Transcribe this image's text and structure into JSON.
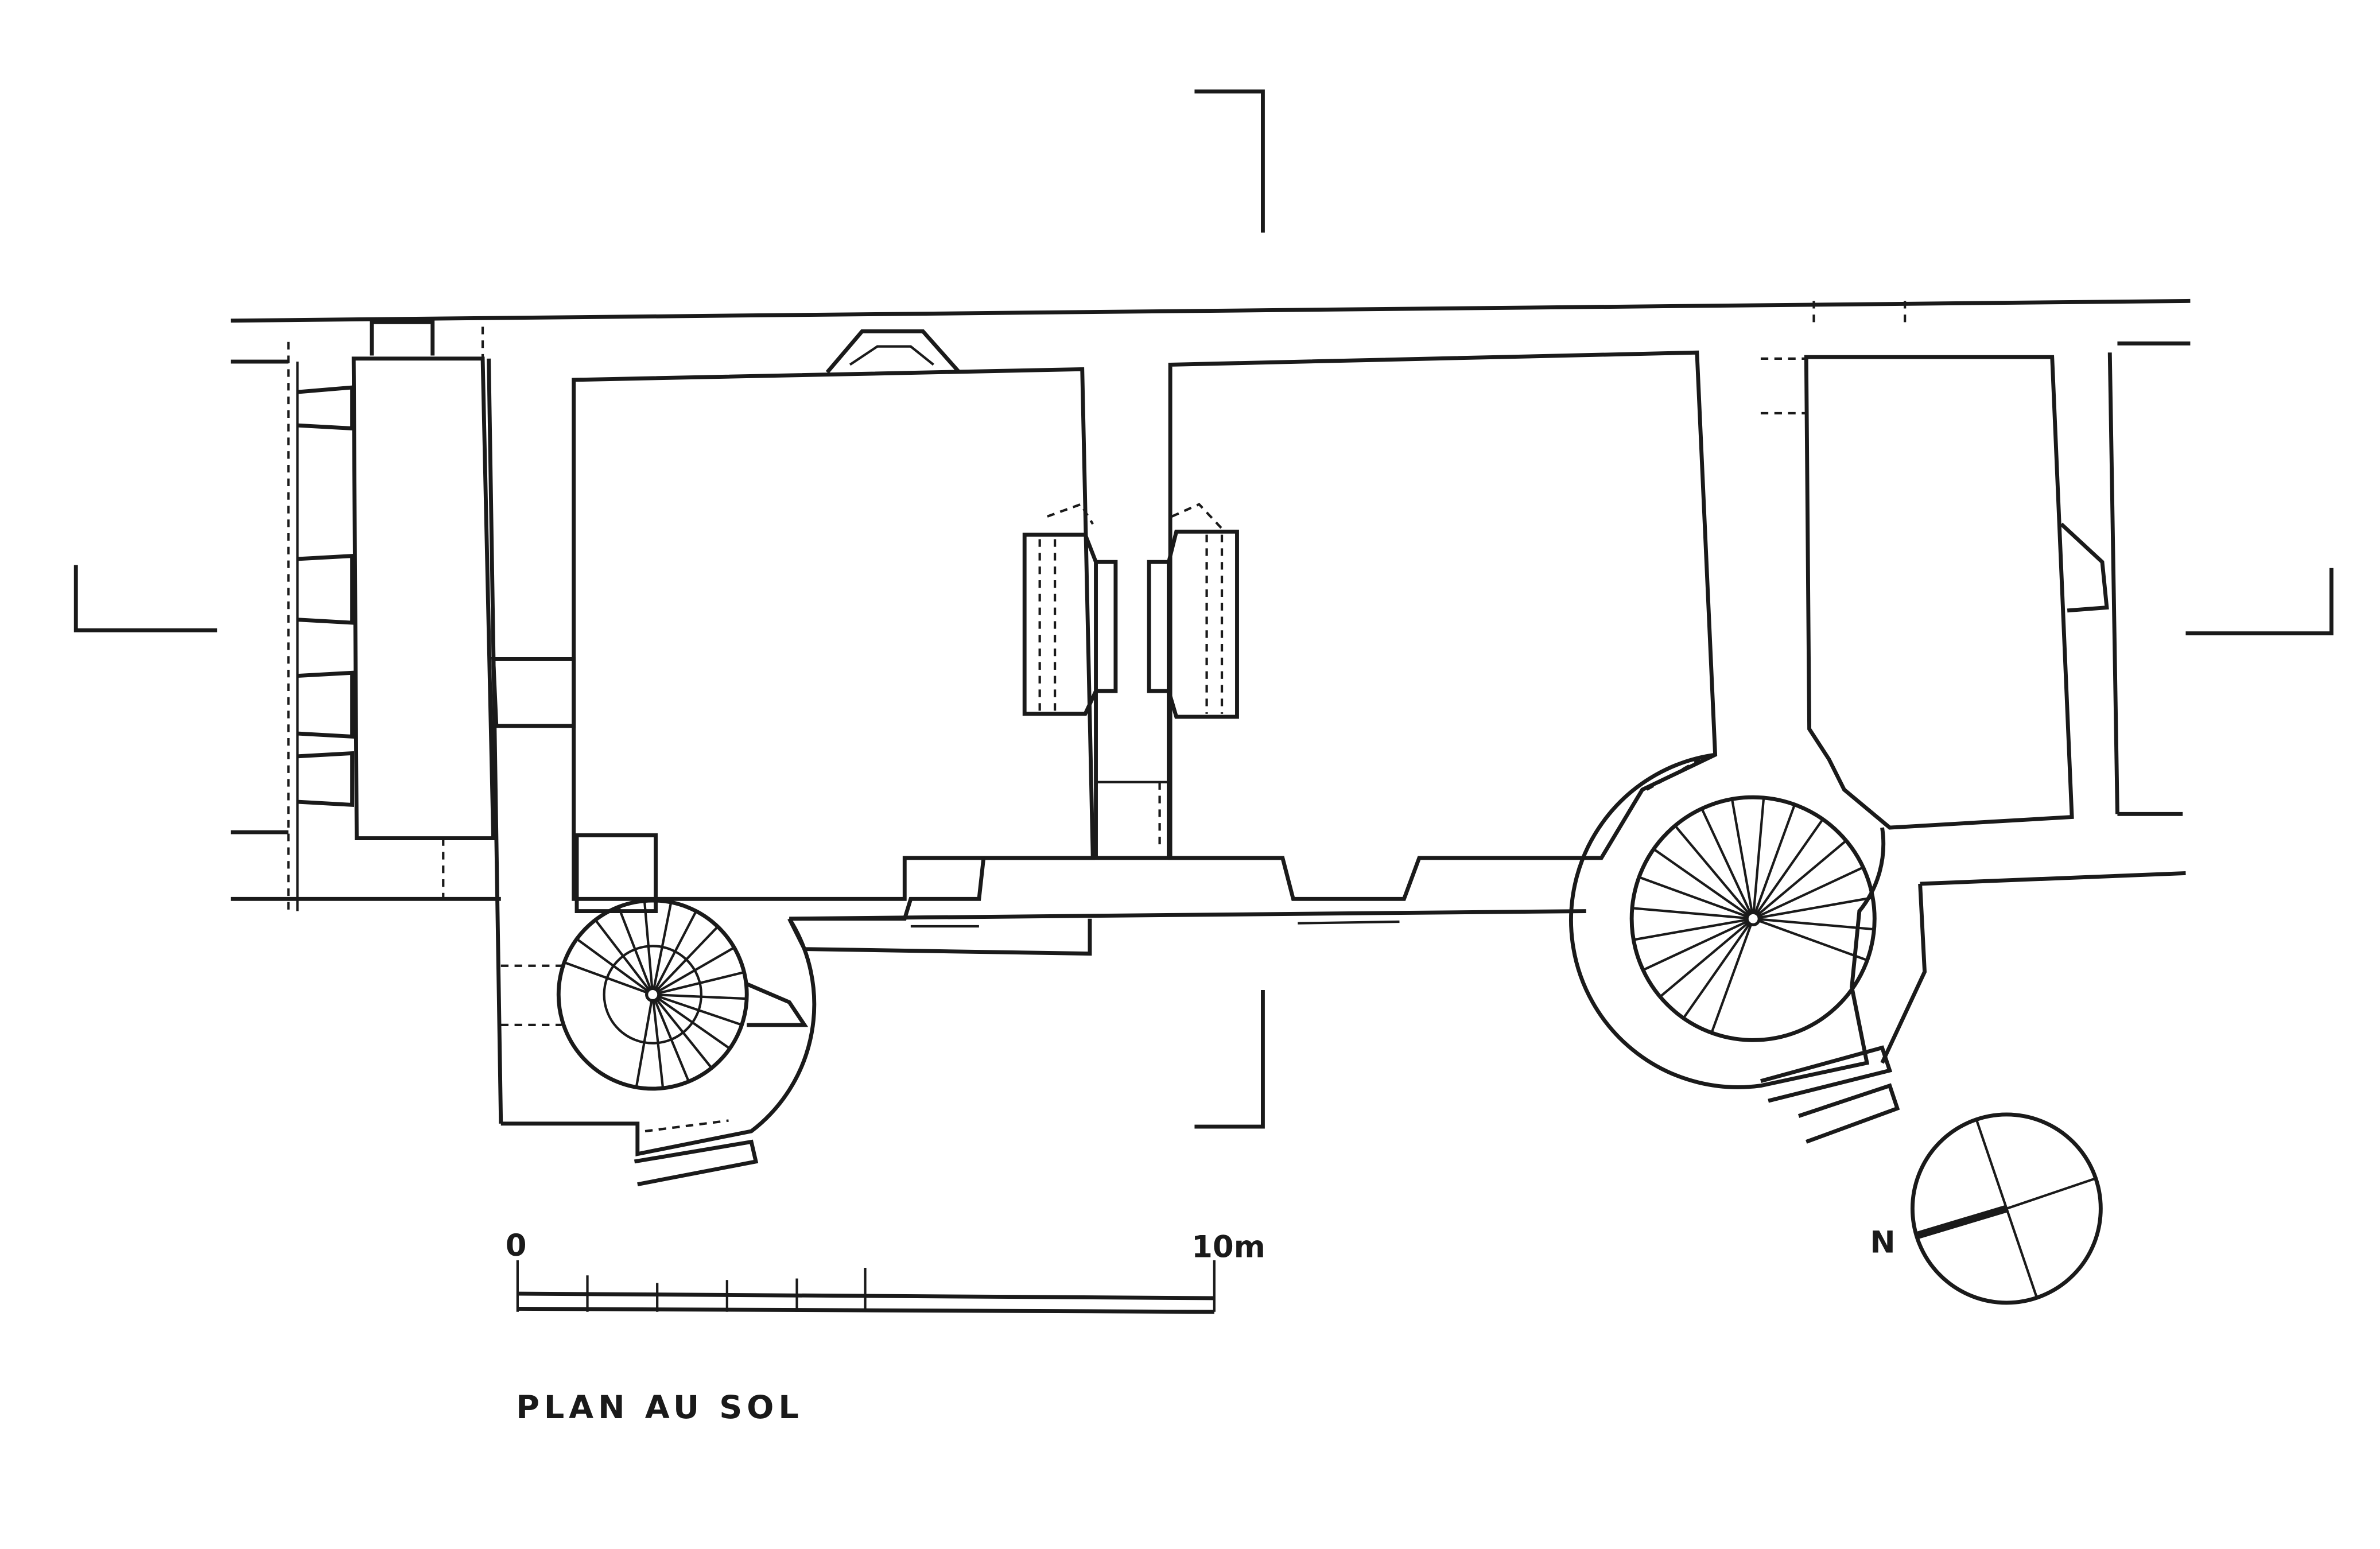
{
  "title": "PLAN AU SOL",
  "scale_bar": {
    "start_label": "0",
    "end_label": "10m"
  },
  "compass": {
    "north_label": "N"
  },
  "colors": {
    "ink": "#1a1a1a",
    "paper": "#ffffff"
  }
}
